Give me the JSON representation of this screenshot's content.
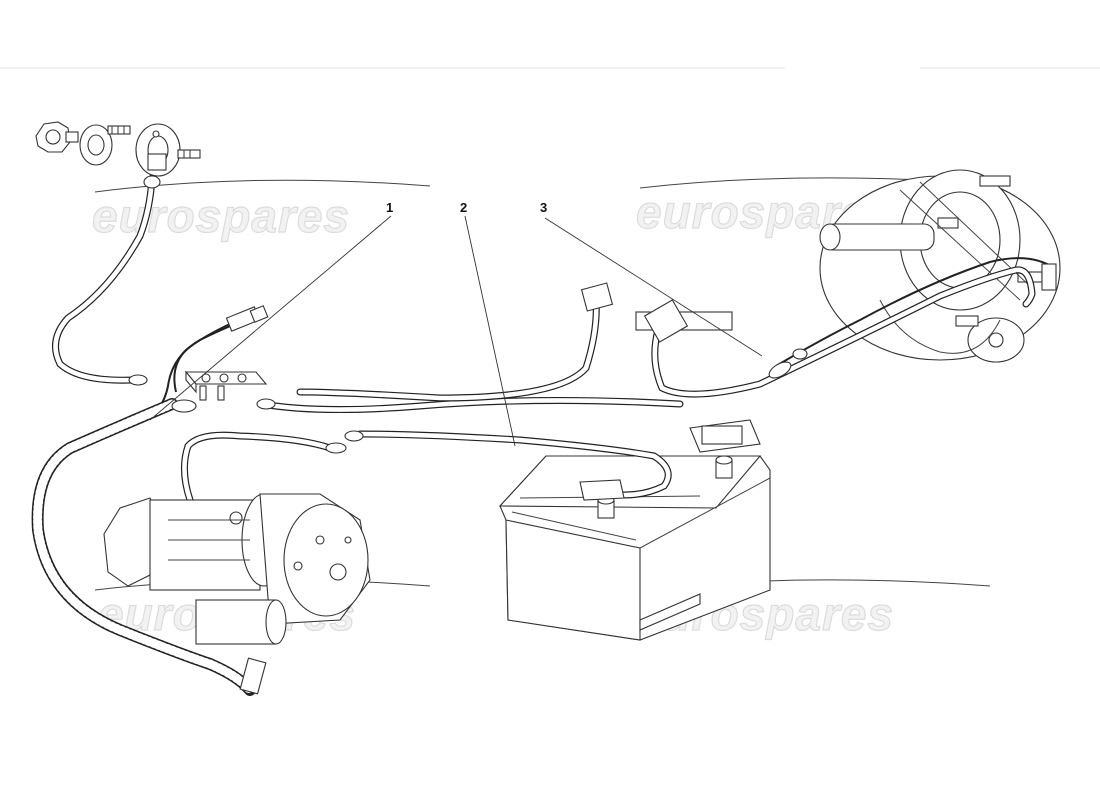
{
  "watermark": {
    "text": "eurospares"
  },
  "callouts": [
    {
      "label": "1"
    },
    {
      "label": "2"
    },
    {
      "label": "3"
    }
  ],
  "colors": {
    "line": "#222222",
    "watermark_fill": "#f2f2f2",
    "watermark_stroke": "#dcdcdc",
    "background": "#ffffff"
  }
}
